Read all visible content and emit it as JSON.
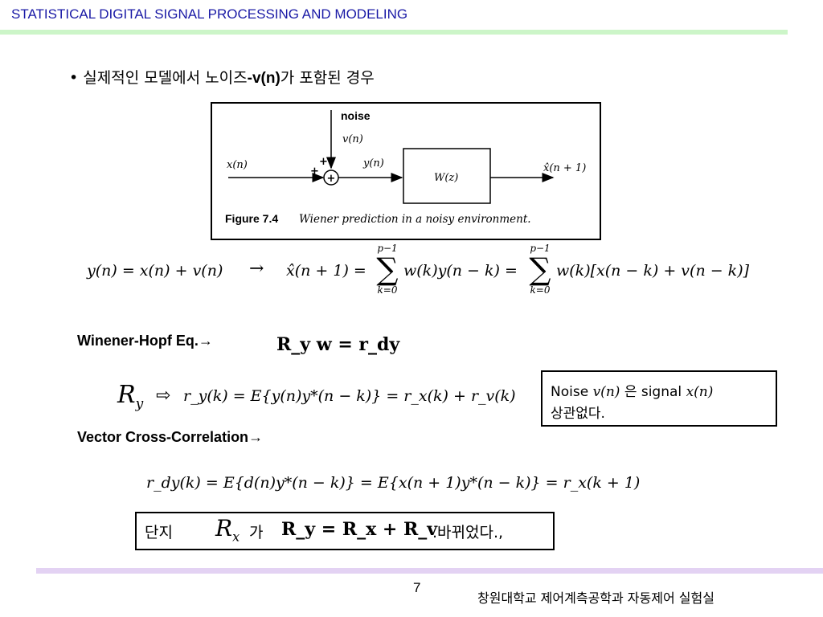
{
  "header": {
    "title": "STATISTICAL DIGITAL SIGNAL PROCESSING AND MODELING"
  },
  "bullet": {
    "marker": "•",
    "text_before": "실제적인 모델에서 노이즈",
    "text_bold": "-v(n)",
    "text_after": "가 포함된 경우"
  },
  "figure": {
    "noise_label": "noise",
    "input_label": "x(n)",
    "noise_signal": "v(n)",
    "plus1": "+",
    "plus2": "+",
    "sum_symbol": "+",
    "mid_signal": "y(n)",
    "filter": "W(z)",
    "output": "x̂(n + 1)",
    "caption_bold": "Figure 7.4",
    "caption_text": "Wiener prediction in a noisy environment."
  },
  "equations": {
    "eq1": "y(n) = x(n) + v(n)",
    "arrow": "→",
    "eq2_lhs": "x̂(n + 1) =",
    "sum_upper": "p−1",
    "sum_lower": "k=0",
    "sum_symbol": "∑",
    "eq2_mid": "w(k)y(n − k) =",
    "eq2_rhs": "w(k)[x(n − k) + v(n − k)]",
    "winener_label": "Winener-Hopf Eq.",
    "winener_arrow": "→",
    "winener_eq": "R_y w = r_dy",
    "ry_symbol": "R",
    "ry_sub": "y",
    "hollow_arrow": "⇨",
    "ry_eq": "r_y(k) = E{y(n)y*(n − k)} = r_x(k) + r_v(k)",
    "vcc_label": "Vector Cross-Correlation",
    "vcc_arrow": "→",
    "rdy_eq": "r_dy(k) = E{d(n)y*(n − k)} = E{x(n + 1)y*(n − k)} = r_x(k + 1)"
  },
  "noise_note": {
    "word1": "Noise",
    "v": "v(n)",
    "mid": "은 signal",
    "x": "x(n)",
    "line2": "상관없다."
  },
  "bottom": {
    "prefix": "단지",
    "rx": "R",
    "rx_sub": "x",
    "ga": "가",
    "formula": "R_y = R_x + R_v",
    "suffix": ".바뀌었다.,"
  },
  "footer": {
    "page": "7",
    "org": "창원대학교 제어계측공학과 자동제어 실험실"
  }
}
